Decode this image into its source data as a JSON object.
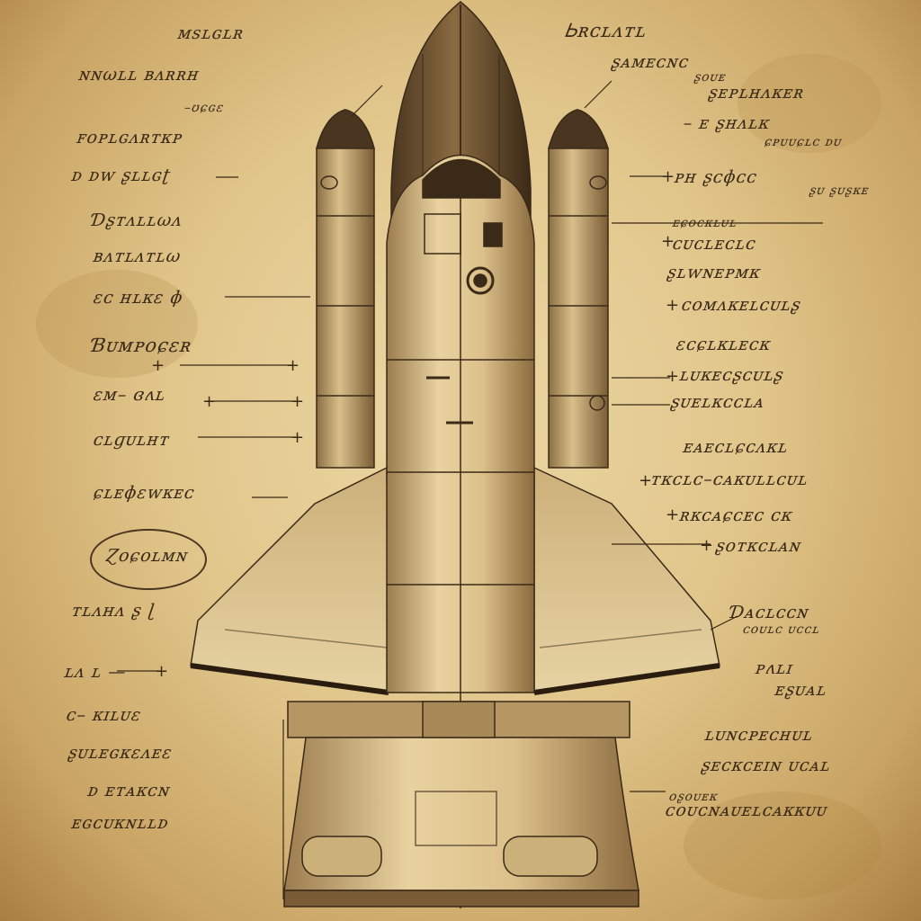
{
  "labels": {
    "l01": "ᴍsʟɢʟʀ",
    "l02": "ɴɴωʟʟ ʙᴧʀʀʜ",
    "l03": "–ʊɕɢɛ",
    "l04": "ꜰᴏᴘʟɢᴧʀᴛᴋᴘ",
    "l05": "ᴅ ᴅᴡ ʂʟʟɢʈ",
    "l06": "Ɗʂᴛᴧʟʟωᴧ",
    "l07": "ʙᴧᴛʟᴧᴛʟω",
    "l08": "ɛᴄ ʜʟᴋɛ ɸ",
    "l09": "Ɓᴜᴍᴘᴏɕɛʀ",
    "l10": "ɛᴍ– ɞʌʟ",
    "l11": "ᴄʟɡᴜʟʜᴛ",
    "l12": "ɕʟᴇɸɛᴡᴋᴇᴄ",
    "l13": "Ɀᴏɕᴏʟᴍɴ",
    "l14": "ᴛʟᴧʜᴧ ʂ ɭ",
    "l15": "ʟᴧ ʟ —",
    "l16": "ᴄ– ᴋɪʟᴜɛ",
    "l17": "ʂᴜʟᴇɢᴋɛᴧᴇɛ",
    "l18": "ᴅ ᴇᴛᴀᴋᴄɴ",
    "l19": "ᴇɢᴄᴜᴋɴʟʟᴅ",
    "r01": "Ꮟʀᴄʟᴧᴛʟ",
    "r02": "ʂᴀᴍᴇᴄɴᴄ",
    "r03": "ʂᴏᴜᴇ",
    "r04": "ʂᴇᴘʟʜᴧᴋᴇʀ",
    "r05": "– ᴇ ʂʜᴧʟᴋ",
    "r06": "ɕᴘᴜᴜɕʟᴄ ᴅᴜ",
    "r07": "ᴘʜ ʂᴄɸᴄᴄ",
    "r08": "ʂᴜ ʂᴜʂᴋᴇ",
    "r09": "ᴇɕᴏᴄᴋʟᴜʟ",
    "r10": "ᴄᴜᴄʟᴇᴄʟᴄ",
    "r11": "ʂʟᴡɴᴇᴘᴍᴋ",
    "r12": "ᴄᴏᴍᴧᴋᴇʟᴄᴜʟʂ",
    "r13": "ɛᴄɕʟᴋʟᴇᴄᴋ",
    "r14": "ʟᴜᴋᴇᴄʂᴄᴜʟʂ",
    "r15": "ʂᴜᴇʟᴋᴄᴄʟᴀ",
    "r16": "ᴇᴀᴇᴄʟɕᴄᴧᴋʟ",
    "r17": "ᴛᴋᴄʟᴄ–ᴄᴀᴋᴜʟʟᴄᴜʟ",
    "r18": "ʀᴋᴄᴀɕᴄᴇᴄ ᴄᴋ",
    "r19": "ʂᴏᴛᴋᴄʟᴀɴ",
    "r20": "Ɗᴀᴄʟᴄᴄɴ",
    "r21": "ᴄᴏᴜʟᴄ ᴜᴄᴄʟ",
    "r22": "ᴘʌʟɪ",
    "r23": "ᴇʂᴜᴀʟ",
    "r24": "ʟᴜɴᴄᴘᴇᴄʜᴜʟ",
    "r25": "ʂᴇᴄᴋᴄᴇɪɴ ᴜᴄᴀʟ",
    "r26": "ᴏʂᴏᴜᴇᴋ",
    "r27": "ᴄᴏᴜᴄɴᴀᴜᴇʟᴄᴀᴋᴋᴜᴜ"
  },
  "colors": {
    "ink": "#3a2a17",
    "paper": "#e5cc95",
    "shade": "#8a6e45"
  }
}
